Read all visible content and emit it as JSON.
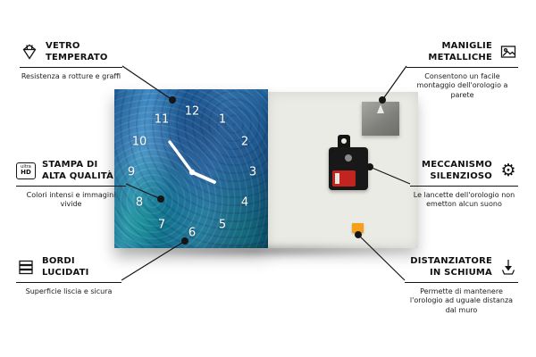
{
  "page": {
    "background": "#ffffff"
  },
  "product": {
    "front_color": "#2f86c4",
    "back_color": "#ebebe5",
    "mechanism_color": "#181818",
    "battery_color": "#c22420",
    "spacer_color": "#f59f1a",
    "hanger_color": "#8a8a86"
  },
  "clock": {
    "numbers": [
      "12",
      "1",
      "2",
      "3",
      "4",
      "5",
      "6",
      "7",
      "8",
      "9",
      "10",
      "11"
    ]
  },
  "callouts": {
    "vetro": {
      "icon": "diamond-icon",
      "title1": "VETRO",
      "title2": "TEMPERATO",
      "subtitle": "Resistenza a rotture e graffi"
    },
    "stampa": {
      "icon": "ultra-hd-icon",
      "icon_text_top": "ultra",
      "icon_text_bottom": "HD",
      "title1": "STAMPA DI",
      "title2": "ALTA QUALITÀ",
      "subtitle": "Colori intensi e immagini vivide"
    },
    "bordi": {
      "icon": "layers-icon",
      "title1": "BORDI",
      "title2": "LUCIDATI",
      "subtitle": "Superficie liscia e sicura"
    },
    "maniglie": {
      "icon": "picture-frame-icon",
      "title1": "MANIGLIE",
      "title2": "METALLICHE",
      "subtitle": "Consentono un facile montaggio dell'orologio a parete"
    },
    "meccanismo": {
      "icon": "gear-icon",
      "icon_glyph": "⚙",
      "title1": "MECCANISMO",
      "title2": "SILENZIOSO",
      "subtitle": "Le lancette dell'orologio non emetton alcun suono"
    },
    "distanziatore": {
      "icon": "arrow-down-icon",
      "title1": "DISTANZIATORE",
      "title2": "IN SCHIUMA",
      "subtitle": "Permette di mantenere l'orologio ad uguale distanza dal muro"
    }
  }
}
